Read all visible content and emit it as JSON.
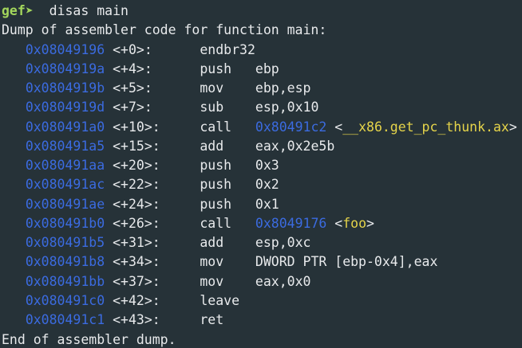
{
  "terminal": {
    "background": "#263238",
    "foreground": "#e8eaec",
    "address_color": "#3b6be0",
    "symbol_color": "#e5d44a",
    "prompt_color": "#a3d65c",
    "columns": 68,
    "rows": 18
  },
  "prompt": {
    "name": "gef",
    "arrow": "➤",
    "separator": "  ",
    "command": "disas main"
  },
  "output": {
    "header": "Dump of assembler code for function main:",
    "footer": "End of assembler dump.",
    "indent": "   ",
    "mnemonic_pad": "   ",
    "operand_pad": "    "
  },
  "instructions": [
    {
      "address": "0x08049196",
      "offset": "<+0>:",
      "mnemonic": "endbr32",
      "operands": "",
      "target": "",
      "symbol": ""
    },
    {
      "address": "0x0804919a",
      "offset": "<+4>:",
      "mnemonic": "push",
      "operands": "ebp",
      "target": "",
      "symbol": ""
    },
    {
      "address": "0x0804919b",
      "offset": "<+5>:",
      "mnemonic": "mov",
      "operands": "ebp,esp",
      "target": "",
      "symbol": ""
    },
    {
      "address": "0x0804919d",
      "offset": "<+7>:",
      "mnemonic": "sub",
      "operands": "esp,0x10",
      "target": "",
      "symbol": ""
    },
    {
      "address": "0x080491a0",
      "offset": "<+10>:",
      "mnemonic": "call",
      "operands": "",
      "target": "0x80491c2",
      "symbol": "__x86.get_pc_thunk.ax"
    },
    {
      "address": "0x080491a5",
      "offset": "<+15>:",
      "mnemonic": "add",
      "operands": "eax,0x2e5b",
      "target": "",
      "symbol": ""
    },
    {
      "address": "0x080491aa",
      "offset": "<+20>:",
      "mnemonic": "push",
      "operands": "0x3",
      "target": "",
      "symbol": ""
    },
    {
      "address": "0x080491ac",
      "offset": "<+22>:",
      "mnemonic": "push",
      "operands": "0x2",
      "target": "",
      "symbol": ""
    },
    {
      "address": "0x080491ae",
      "offset": "<+24>:",
      "mnemonic": "push",
      "operands": "0x1",
      "target": "",
      "symbol": ""
    },
    {
      "address": "0x080491b0",
      "offset": "<+26>:",
      "mnemonic": "call",
      "operands": "",
      "target": "0x8049176",
      "symbol": "foo"
    },
    {
      "address": "0x080491b5",
      "offset": "<+31>:",
      "mnemonic": "add",
      "operands": "esp,0xc",
      "target": "",
      "symbol": ""
    },
    {
      "address": "0x080491b8",
      "offset": "<+34>:",
      "mnemonic": "mov",
      "operands": "DWORD PTR [ebp-0x4],eax",
      "target": "",
      "symbol": ""
    },
    {
      "address": "0x080491bb",
      "offset": "<+37>:",
      "mnemonic": "mov",
      "operands": "eax,0x0",
      "target": "",
      "symbol": ""
    },
    {
      "address": "0x080491c0",
      "offset": "<+42>:",
      "mnemonic": "leave",
      "operands": "",
      "target": "",
      "symbol": ""
    },
    {
      "address": "0x080491c1",
      "offset": "<+43>:",
      "mnemonic": "ret",
      "operands": "",
      "target": "",
      "symbol": ""
    }
  ]
}
